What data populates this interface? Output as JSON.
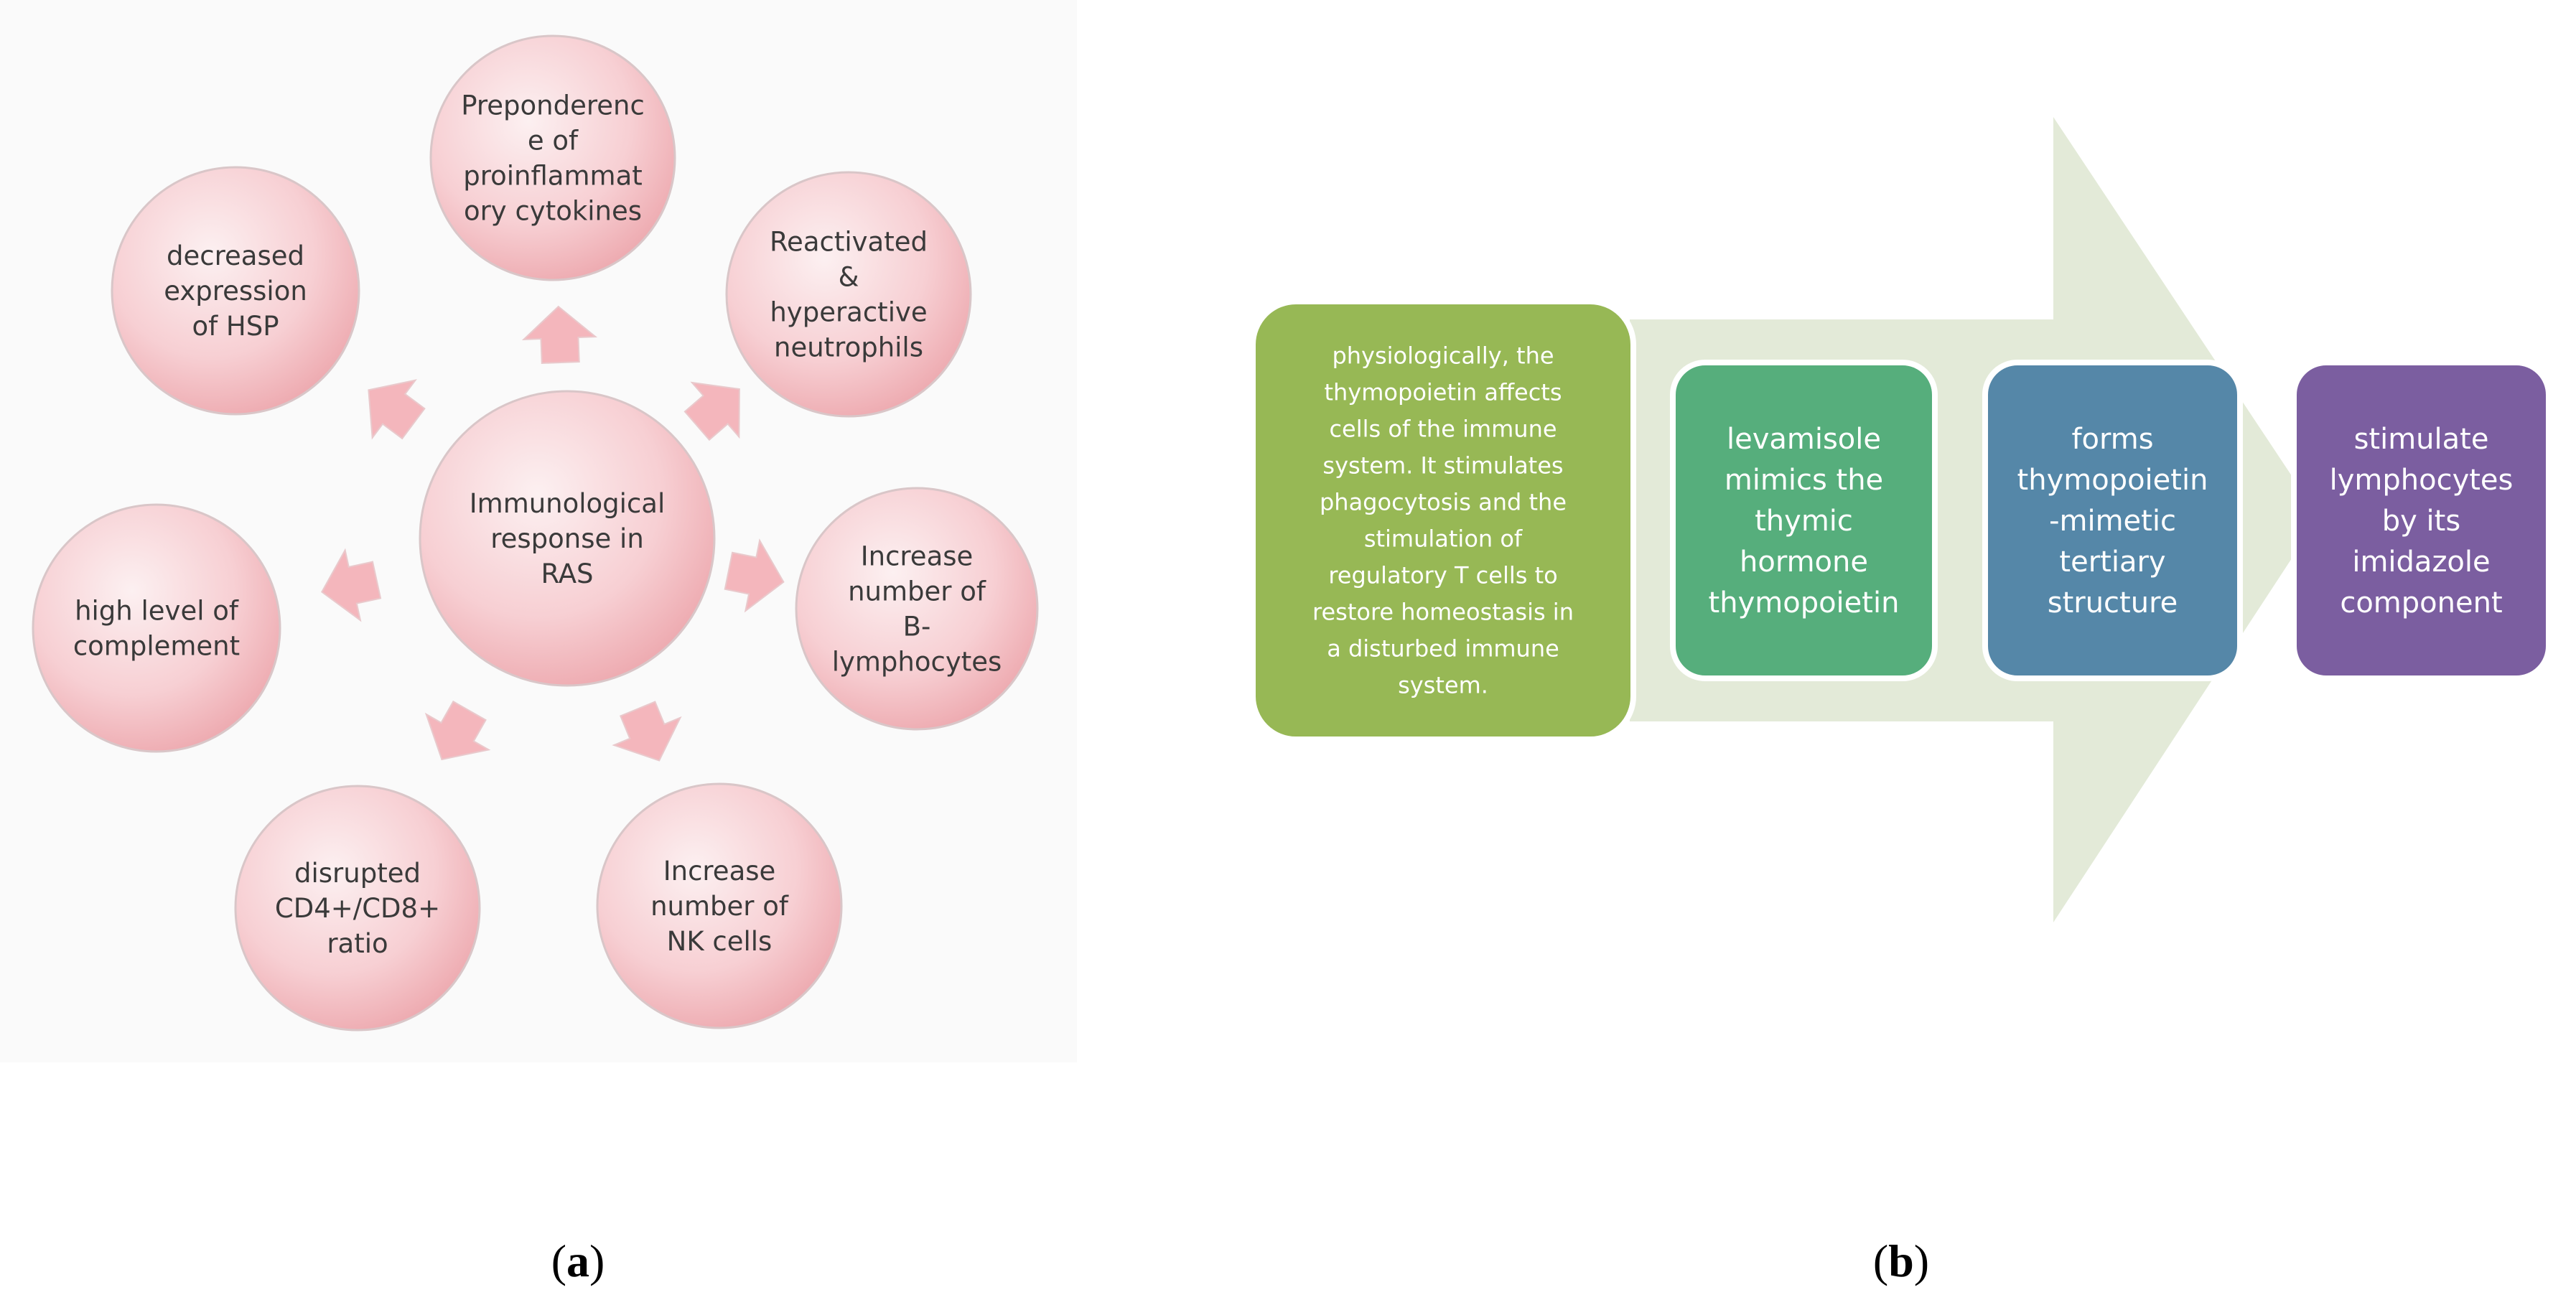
{
  "panel_a": {
    "label_open": "(",
    "label_letter": "a",
    "label_close": ")",
    "center": {
      "lines": [
        "Immunological",
        "response in",
        "RAS"
      ]
    },
    "nodes": [
      {
        "id": "top",
        "lines": [
          "Preponderenc",
          "e of",
          "proinflammat",
          "ory cytokines"
        ]
      },
      {
        "id": "upper-right",
        "lines": [
          "Reactivated",
          "&",
          "hyperactive",
          "neutrophils"
        ]
      },
      {
        "id": "right",
        "lines": [
          "Increase",
          "number of",
          "B-",
          "lymphocytes"
        ]
      },
      {
        "id": "lower-right",
        "lines": [
          "Increase",
          "number of",
          "NK cells"
        ]
      },
      {
        "id": "lower-left",
        "lines": [
          "disrupted",
          "CD4+/CD8+",
          "ratio"
        ]
      },
      {
        "id": "left",
        "lines": [
          "high level of",
          "complement"
        ]
      },
      {
        "id": "upper-left",
        "lines": [
          "decreased",
          "expression",
          "of HSP"
        ]
      }
    ],
    "colors": {
      "circle_light": "#fbe9ea",
      "circle_dark": "#f0b2b7",
      "circle_stroke": "#d9c6c8",
      "arrow": "#f4b6bc",
      "text": "#3a3a3a"
    }
  },
  "panel_b": {
    "label_open": "(",
    "label_letter": "b",
    "label_close": ")",
    "boxes": [
      {
        "id": "physiological",
        "color": "#97b855",
        "lines": [
          "physiologically, the",
          "thymopoietin affects",
          "cells of the immune",
          "system. It stimulates",
          "phagocytosis and the",
          "stimulation of",
          "regulatory T cells to",
          "restore homeostasis in",
          "a disturbed immune",
          "system."
        ]
      },
      {
        "id": "levamisole",
        "color": "#56ae7c",
        "lines": [
          "levamisole",
          "mimics the",
          "thymic",
          "hormone",
          "thymopoietin"
        ]
      },
      {
        "id": "forms",
        "color": "#5587a8",
        "lines": [
          "forms",
          "thymopoietin",
          "-mimetic",
          "tertiary",
          "structure"
        ]
      },
      {
        "id": "stimulate",
        "color": "#7b5ea0",
        "lines": [
          "stimulate",
          "lymphocytes",
          "by its",
          "imidazole",
          "component"
        ]
      }
    ],
    "colors": {
      "arrow": "#e3ead8"
    }
  }
}
